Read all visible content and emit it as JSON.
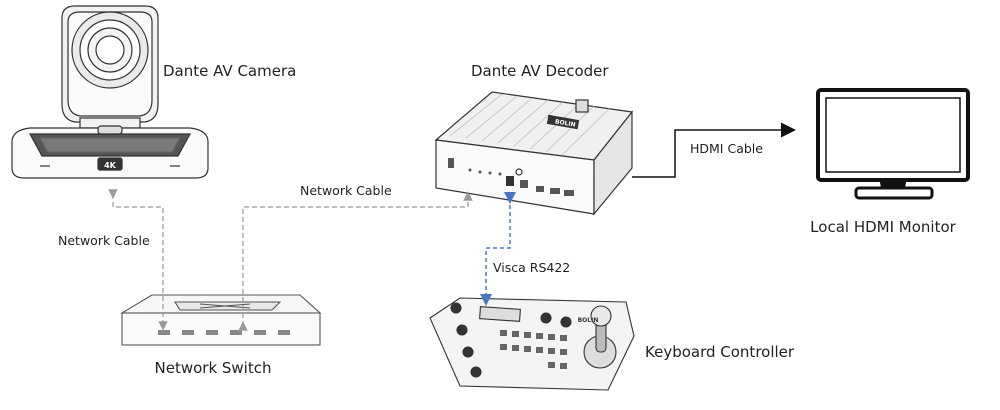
{
  "devices": {
    "camera": "Dante AV Camera",
    "decoder": "Dante AV Decoder",
    "monitor": "Local HDMI Monitor",
    "switch": "Network Switch",
    "keyboard": "Keyboard Controller"
  },
  "connections": {
    "camera_switch": "Network Cable",
    "switch_decoder": "Network Cable",
    "decoder_monitor": "HDMI Cable",
    "decoder_keyboard": "Visca RS422"
  },
  "device_marks": {
    "camera_badge": "4K",
    "decoder_logo": "BOLIN",
    "keyboard_logo": "BOLIN"
  },
  "colors": {
    "network_line": "#9a9a9a",
    "serial_line": "#4a78c0",
    "hdmi_line": "#111111"
  }
}
